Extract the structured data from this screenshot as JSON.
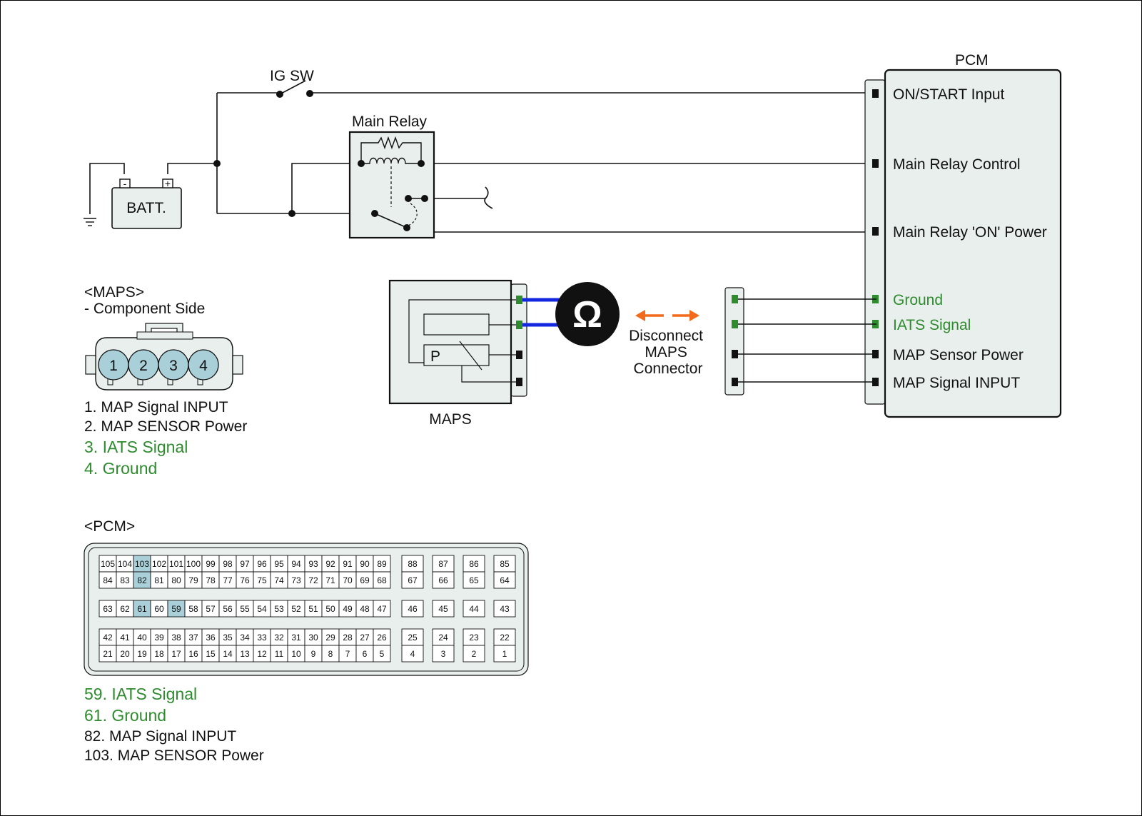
{
  "colors": {
    "green": "#2e8b2e",
    "panel": "#e8efec",
    "highlight": "#a9cfd9",
    "probe_wire": "#1427e0",
    "arrow": "#f26a1b"
  },
  "circuit": {
    "ig_sw_label": "IG SW",
    "main_relay_label": "Main Relay",
    "battery_label": "BATT.",
    "battery_minus": "-",
    "battery_plus": "+",
    "pcm_title": "PCM",
    "pcm_pins": [
      {
        "label": "ON/START Input",
        "green": false
      },
      {
        "label": "Main Relay Control",
        "green": false
      },
      {
        "label": "Main Relay 'ON' Power",
        "green": false
      },
      {
        "label": "Ground",
        "green": true
      },
      {
        "label": "IATS Signal",
        "green": true
      },
      {
        "label": "MAP Sensor Power",
        "green": false
      },
      {
        "label": "MAP Signal  INPUT",
        "green": false
      }
    ],
    "maps_label": "MAPS",
    "maps_p_label": "P",
    "ohm_symbol": "Ω",
    "disconnect_lines": [
      "Disconnect",
      "MAPS",
      "Connector"
    ]
  },
  "maps_connector": {
    "title": "<MAPS>",
    "subtitle": "- Component Side",
    "pins": [
      "1",
      "2",
      "3",
      "4"
    ],
    "legend": [
      {
        "text": "1. MAP Signal  INPUT",
        "green": false
      },
      {
        "text": "2. MAP SENSOR Power",
        "green": false
      },
      {
        "text": "3. IATS Signal",
        "green": true
      },
      {
        "text": "4. Ground",
        "green": true
      }
    ]
  },
  "pcm_connector": {
    "title": "<PCM>",
    "row1_main": [
      "105",
      "104",
      "103",
      "102",
      "101",
      "100",
      "99",
      "98",
      "97",
      "96",
      "95",
      "94",
      "93",
      "92",
      "91",
      "90",
      "89"
    ],
    "row2_main": [
      "84",
      "83",
      "82",
      "81",
      "80",
      "79",
      "78",
      "77",
      "76",
      "75",
      "74",
      "73",
      "72",
      "71",
      "70",
      "69",
      "68"
    ],
    "row1_single": [
      "88",
      "87",
      "86",
      "85"
    ],
    "row2_single": [
      "67",
      "66",
      "65",
      "64"
    ],
    "row3_main": [
      "63",
      "62",
      "61",
      "60",
      "59",
      "58",
      "57",
      "56",
      "55",
      "54",
      "53",
      "52",
      "51",
      "50",
      "49",
      "48",
      "47"
    ],
    "row3_single": [
      "46",
      "45",
      "44",
      "43"
    ],
    "row4_main": [
      "42",
      "41",
      "40",
      "39",
      "38",
      "37",
      "36",
      "35",
      "34",
      "33",
      "32",
      "31",
      "30",
      "29",
      "28",
      "27",
      "26"
    ],
    "row5_main": [
      "21",
      "20",
      "19",
      "18",
      "17",
      "16",
      "15",
      "14",
      "13",
      "12",
      "11",
      "10",
      "9",
      "8",
      "7",
      "6",
      "5"
    ],
    "row4_single": [
      "25",
      "24",
      "23",
      "22"
    ],
    "row5_single": [
      "4",
      "3",
      "2",
      "1"
    ],
    "highlighted": [
      "103",
      "82",
      "61",
      "59"
    ],
    "legend": [
      {
        "text": "59. IATS Signal",
        "green": true
      },
      {
        "text": "61. Ground",
        "green": true
      },
      {
        "text": "82. MAP Signal  INPUT",
        "green": false
      },
      {
        "text": "103. MAP SENSOR Power",
        "green": false
      }
    ]
  }
}
